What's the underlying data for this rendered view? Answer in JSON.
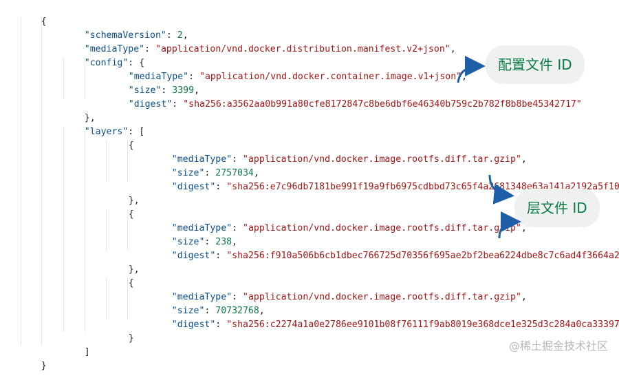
{
  "manifest": {
    "open_brace": "{",
    "schemaVersion_key": "\"schemaVersion\"",
    "schemaVersion_val": "2",
    "mediaType_key": "\"mediaType\"",
    "mediaType_val": "\"application/vnd.docker.distribution.manifest.v2+json\"",
    "config_key": "\"config\"",
    "config_open": "{",
    "config": {
      "mediaType_key": "\"mediaType\"",
      "mediaType_val": "\"application/vnd.docker.container.image.v1+json\"",
      "size_key": "\"size\"",
      "size_val": "3399",
      "digest_key": "\"digest\"",
      "digest_val": "\"sha256:a3562aa0b991a80cfe8172847c8be6dbf6e46340b759c2b782f8b8be45342717\""
    },
    "config_close": "},",
    "layers_key": "\"layers\"",
    "layers_open": "[",
    "layers": [
      {
        "open": "{",
        "mediaType_key": "\"mediaType\"",
        "mediaType_val": "\"application/vnd.docker.image.rootfs.diff.tar.gzip\"",
        "size_key": "\"size\"",
        "size_val": "2757034",
        "digest_key": "\"digest\"",
        "digest_val": "\"sha256:e7c96db7181be991f19a9fb6975cdbbd73c65f4a2681348e63a141a2192a5f10\"",
        "close": "},"
      },
      {
        "open": "{",
        "mediaType_key": "\"mediaType\"",
        "mediaType_val": "\"application/vnd.docker.image.rootfs.diff.tar.gzip\"",
        "size_key": "\"size\"",
        "size_val": "238",
        "digest_key": "\"digest\"",
        "digest_val": "\"sha256:f910a506b6cb1dbec766725d70356f695ae2bf2bea6224dbe8c7c6ad4f3664a2\"",
        "close": "},"
      },
      {
        "open": "{",
        "mediaType_key": "\"mediaType\"",
        "mediaType_val": "\"application/vnd.docker.image.rootfs.diff.tar.gzip\"",
        "size_key": "\"size\"",
        "size_val": "70732768",
        "digest_key": "\"digest\"",
        "digest_val": "\"sha256:c2274a1a0e2786ee9101b08f76111f9ab8019e368dce1e325d3c284a0ca33397\"",
        "close": "}"
      }
    ],
    "layers_close": "]",
    "close_brace": "}"
  },
  "annotations": {
    "config_id": "配置文件 ID",
    "layer_id": "层文件 ID"
  },
  "watermark": "@稀土掘金技术社区",
  "colors": {
    "key": "#0b4f8a",
    "string": "#a31515",
    "number": "#0a7a43",
    "callout_bg": "#eef1f0",
    "callout_text": "#0a7a43",
    "arrow": "#1f5fa8"
  }
}
